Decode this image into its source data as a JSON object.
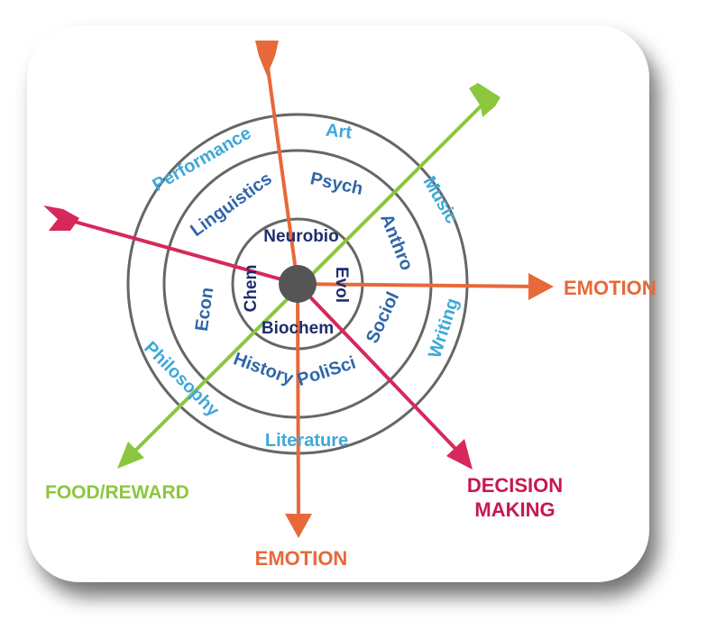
{
  "colors": {
    "ring_stroke": "#666666",
    "center_fill": "#555555",
    "inner_text": "#1f2d6e",
    "middle_text": "#2f67a8",
    "outer_text": "#3ea8d8",
    "orange": "#e8683a",
    "green": "#8cc63f",
    "crimson": "#d6285a",
    "label_orange": "#e8683a",
    "label_green": "#8cc63f",
    "label_crimson": "#c7194f"
  },
  "rings": {
    "inner": [
      "Neurobio",
      "Evol",
      "Biochem",
      "Chem"
    ],
    "middle": [
      "Psych",
      "Anthro",
      "Sociol",
      "PoliSci",
      "History",
      "Econ",
      "Linguistics"
    ],
    "outer": [
      "Art",
      "Music",
      "Writing",
      "Literature",
      "Philosophy",
      "Performance"
    ]
  },
  "axes": {
    "emotion_right": "EMOTION",
    "emotion_bottom": "EMOTION",
    "food_reward": "FOOD/REWARD",
    "decision_making_line1": "DECISION",
    "decision_making_line2": "MAKING"
  }
}
